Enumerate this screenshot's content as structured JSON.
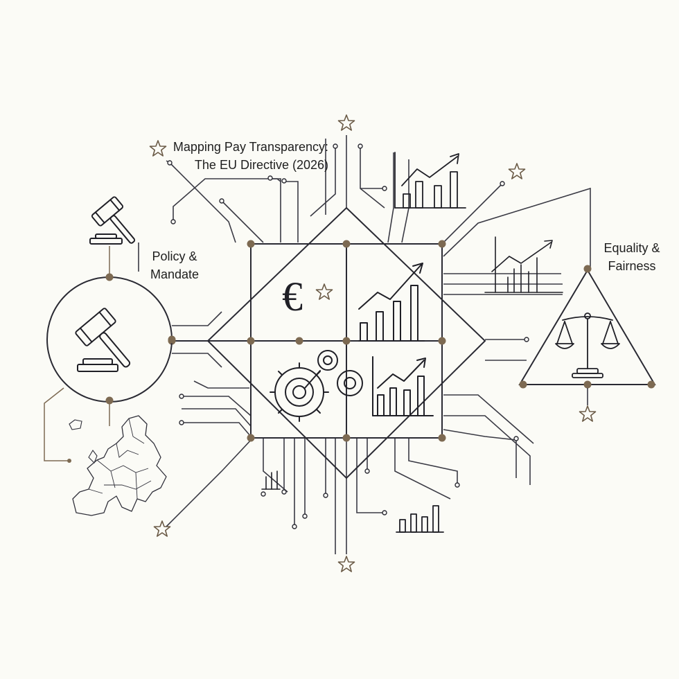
{
  "diagram": {
    "title_line1": "Mapping Pay Transparency:",
    "title_line2": "The EU Directive (2026)",
    "left_label_line1": "Policy &",
    "left_label_line2": "Mandate",
    "right_label_line1": "Equality &",
    "right_label_line2": "Fairness",
    "currency_symbol": "€"
  },
  "icons": {
    "top_left": "gavel-icon",
    "left_circle": "gavel-icon",
    "europe": "europe-map-icon",
    "center_tl": "euro-icon",
    "center_tr": "bar-chart-trend-icon",
    "center_bl": "gears-icon",
    "center_br": "bar-chart-trend-icon",
    "right": "scales-of-justice-icon",
    "decor": "star-icon"
  },
  "colors": {
    "background": "#fbfbf6",
    "line": "#3a3a44",
    "accent": "#7d6a52"
  }
}
